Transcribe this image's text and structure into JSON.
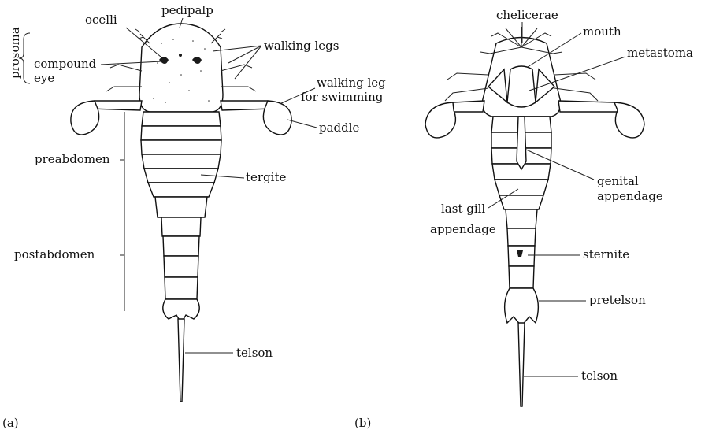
{
  "panel_a": {
    "caption": "(a)",
    "labels": {
      "ocelli": "ocelli",
      "pedipalp": "pedipalp",
      "walking_legs": "walking legs",
      "prosoma": "prosoma",
      "compound_eye_1": "compound",
      "compound_eye_2": "eye",
      "walking_leg_swim_1": "walking leg",
      "walking_leg_swim_2": "for swimming",
      "paddle": "paddle",
      "preabdomen": "preabdomen",
      "tergite": "tergite",
      "postabdomen": "postabdomen",
      "telson": "telson"
    }
  },
  "panel_b": {
    "caption": "(b)",
    "labels": {
      "chelicerae": "chelicerae",
      "mouth": "mouth",
      "metastoma": "metastoma",
      "genital_1": "genital",
      "genital_2": "appendage",
      "last_gill_1": "last gill",
      "last_gill_2": "appendage",
      "sternite": "sternite",
      "pretelson": "pretelson",
      "telson": "telson"
    }
  }
}
